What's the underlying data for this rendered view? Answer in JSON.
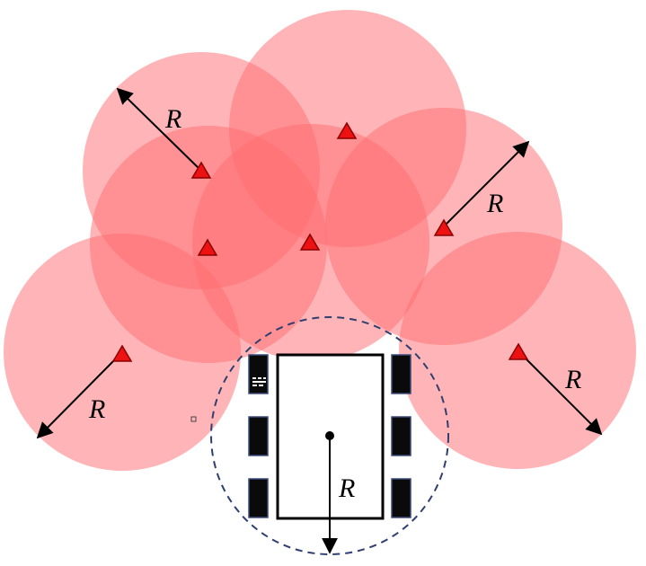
{
  "diagram": {
    "radius_symbol": "R",
    "colors": {
      "circle_fill": "#ff6b70",
      "triangle_fill": "#ee1111",
      "triangle_stroke": "#8b0000",
      "dashed_circle": "#2f3f6f",
      "robot_wheel": "#0a0a0a",
      "robot_wheel_edge": "#3a4a7a"
    },
    "icons": {
      "sensor": "triangle-marker",
      "robot": "robot-body",
      "wheel": "wheel-block"
    }
  }
}
